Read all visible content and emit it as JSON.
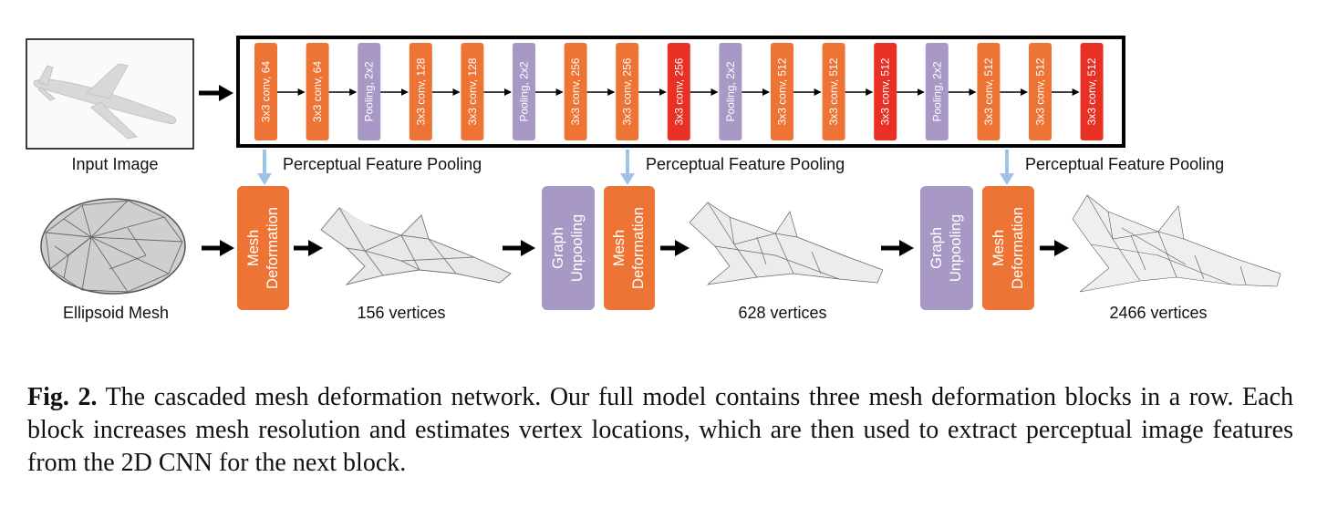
{
  "colors": {
    "conv": "#ee7436",
    "conv_highlight": "#e83024",
    "pool": "#a898c6",
    "down_arrow": "#9dc3e6",
    "arrow": "#000000"
  },
  "cnn_layers": [
    {
      "label": "3x3 conv, 64",
      "kind": "conv"
    },
    {
      "label": "3x3 conv, 64",
      "kind": "conv"
    },
    {
      "label": "Pooling, 2x2",
      "kind": "pool"
    },
    {
      "label": "3x3 conv, 128",
      "kind": "conv"
    },
    {
      "label": "3x3 conv, 128",
      "kind": "conv"
    },
    {
      "label": "Pooling, 2x2",
      "kind": "pool"
    },
    {
      "label": "3x3 conv, 256",
      "kind": "conv"
    },
    {
      "label": "3x3 conv, 256",
      "kind": "conv"
    },
    {
      "label": "3x3 conv, 256",
      "kind": "conv_highlight"
    },
    {
      "label": "Pooling, 2x2",
      "kind": "pool"
    },
    {
      "label": "3x3 conv, 512",
      "kind": "conv"
    },
    {
      "label": "3x3 conv, 512",
      "kind": "conv"
    },
    {
      "label": "3x3 conv, 512",
      "kind": "conv_highlight"
    },
    {
      "label": "Pooling, 2x2",
      "kind": "pool"
    },
    {
      "label": "3x3 conv, 512",
      "kind": "conv"
    },
    {
      "label": "3x3 conv, 512",
      "kind": "conv"
    },
    {
      "label": "3x3 conv, 512",
      "kind": "conv_highlight"
    }
  ],
  "labels": {
    "input_image": "Input Image",
    "ellipsoid_mesh": "Ellipsoid Mesh",
    "perceptual_1": "Perceptual Feature Pooling",
    "perceptual_2": "Perceptual Feature Pooling",
    "perceptual_3": "Perceptual Feature Pooling",
    "vertices_1": "156 vertices",
    "vertices_2": "628 vertices",
    "vertices_3": "2466 vertices"
  },
  "blocks": {
    "mesh_deformation_1": [
      "Mesh",
      "Deformation"
    ],
    "graph_unpooling_1": [
      "Graph",
      "Unpooling"
    ],
    "mesh_deformation_2": [
      "Mesh",
      "Deformation"
    ],
    "graph_unpooling_2": [
      "Graph",
      "Unpooling"
    ],
    "mesh_deformation_3": [
      "Mesh",
      "Deformation"
    ]
  },
  "caption": {
    "label": "Fig. 2.",
    "text": "The cascaded mesh deformation network. Our full model contains three mesh deformation blocks in a row. Each block increases mesh resolution and estimates vertex locations, which are then used to extract perceptual image features from the 2D CNN for the next block."
  }
}
